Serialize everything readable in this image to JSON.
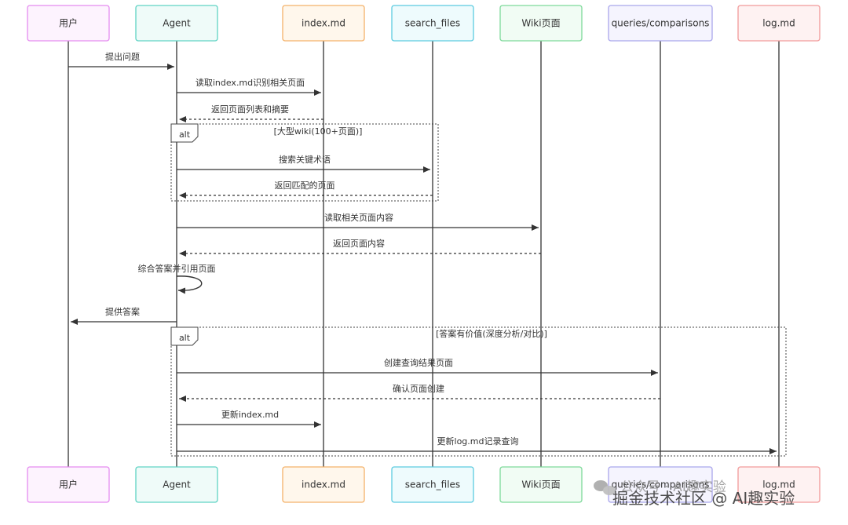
{
  "participants": [
    {
      "id": "user",
      "label": "用户",
      "border": "#e58cf0",
      "fill": "#fdf3fe"
    },
    {
      "id": "agent",
      "label": "Agent",
      "border": "#5fd3c4",
      "fill": "#effbf9"
    },
    {
      "id": "index",
      "label": "index.md",
      "border": "#f4b26a",
      "fill": "#fff7ec"
    },
    {
      "id": "search",
      "label": "search_files",
      "border": "#5ccbe0",
      "fill": "#eefbfd"
    },
    {
      "id": "wiki",
      "label": "Wiki页面",
      "border": "#7ed99a",
      "fill": "#f1fcf4"
    },
    {
      "id": "queries",
      "label": "queries/comparisons",
      "border": "#a9a6ec",
      "fill": "#f5f4fe"
    },
    {
      "id": "log",
      "label": "log.md",
      "border": "#f29a9a",
      "fill": "#fef2f2"
    }
  ],
  "messages": [
    {
      "from": "user",
      "to": "agent",
      "text": "提出问题",
      "style": "solid"
    },
    {
      "from": "agent",
      "to": "index",
      "text": "读取index.md识别相关页面",
      "style": "solid"
    },
    {
      "from": "index",
      "to": "agent",
      "text": "返回页面列表和摘要",
      "style": "dashed"
    },
    {
      "from": "agent",
      "to": "search",
      "text": "搜索关键术语",
      "style": "solid"
    },
    {
      "from": "search",
      "to": "agent",
      "text": "返回匹配的页面",
      "style": "dashed"
    },
    {
      "from": "agent",
      "to": "wiki",
      "text": "读取相关页面内容",
      "style": "solid"
    },
    {
      "from": "wiki",
      "to": "agent",
      "text": "返回页面内容",
      "style": "dashed"
    },
    {
      "from": "agent",
      "to": "agent",
      "text": "综合答案并引用页面",
      "style": "self"
    },
    {
      "from": "agent",
      "to": "user",
      "text": "提供答案",
      "style": "solid"
    },
    {
      "from": "agent",
      "to": "queries",
      "text": "创建查询结果页面",
      "style": "solid"
    },
    {
      "from": "queries",
      "to": "agent",
      "text": "确认页面创建",
      "style": "dashed"
    },
    {
      "from": "agent",
      "to": "index",
      "text": "更新index.md",
      "style": "solid"
    },
    {
      "from": "agent",
      "to": "log",
      "text": "更新log.md记录查询",
      "style": "solid"
    }
  ],
  "fragments": [
    {
      "label": "alt",
      "condition": "[大型wiki(100+页面)]"
    },
    {
      "label": "alt",
      "condition": "[答案有价值(深度分析/对比)]"
    }
  ],
  "watermark": {
    "line1": "公众号 · AI趣实验",
    "line2": "掘金技术社区 @ AI趣实验"
  }
}
